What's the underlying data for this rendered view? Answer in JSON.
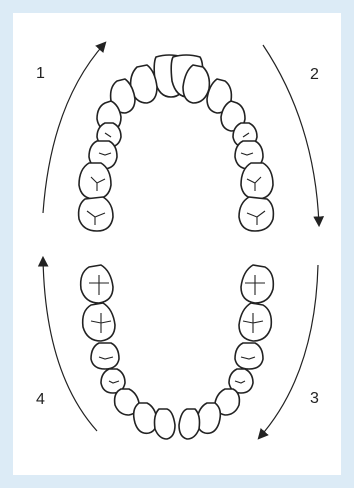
{
  "labels": {
    "quadrant_1": "1",
    "quadrant_2": "2",
    "quadrant_3": "3",
    "quadrant_4": "4"
  },
  "colors": {
    "background": "#dcebf6",
    "panel": "#ffffff",
    "ink": "#222222"
  },
  "icons": {
    "arrow": "curved-arrow",
    "tooth": "tooth-outline"
  }
}
